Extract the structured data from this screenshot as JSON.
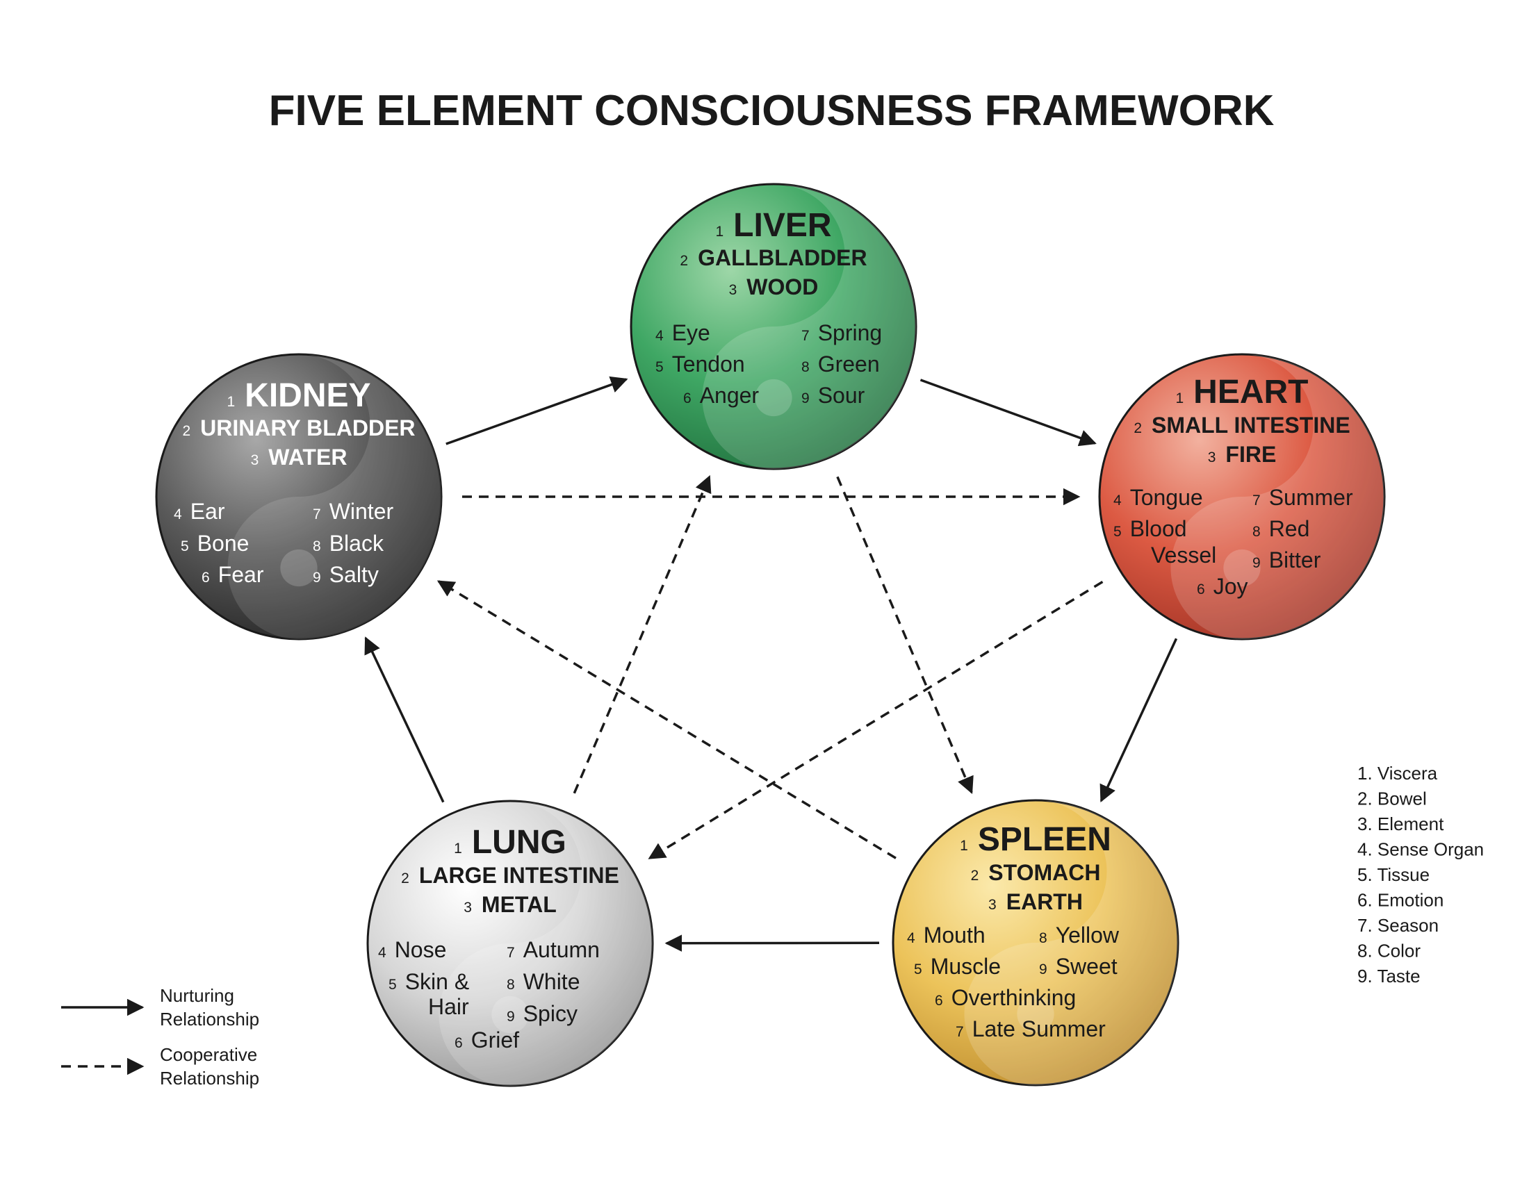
{
  "title": "FIVE ELEMENT CONSCIOUSNESS FRAMEWORK",
  "elements": {
    "liver": {
      "color": "#2e9a57",
      "viscera": {
        "num": "1",
        "text": "LIVER"
      },
      "bowel": {
        "num": "2",
        "text": "GALLBLADDER"
      },
      "element": {
        "num": "3",
        "text": "WOOD"
      },
      "attributes": [
        {
          "num": "4",
          "text": "Eye"
        },
        {
          "num": "5",
          "text": "Tendon"
        },
        {
          "num": "6",
          "text": "Anger"
        },
        {
          "num": "7",
          "text": "Spring"
        },
        {
          "num": "8",
          "text": "Green"
        },
        {
          "num": "9",
          "text": "Sour"
        }
      ]
    },
    "heart": {
      "color": "#d9533c",
      "viscera": {
        "num": "1",
        "text": "HEART"
      },
      "bowel": {
        "num": "2",
        "text": "SMALL INTESTINE"
      },
      "element": {
        "num": "3",
        "text": "FIRE"
      },
      "attributes": [
        {
          "num": "4",
          "text": "Tongue"
        },
        {
          "num": "5",
          "text": "Blood"
        },
        {
          "num": "",
          "text": "Vessel"
        },
        {
          "num": "6",
          "text": "Joy"
        },
        {
          "num": "7",
          "text": "Summer"
        },
        {
          "num": "8",
          "text": "Red"
        },
        {
          "num": "9",
          "text": "Bitter"
        }
      ]
    },
    "spleen": {
      "color": "#e9b84a",
      "viscera": {
        "num": "1",
        "text": "SPLEEN"
      },
      "bowel": {
        "num": "2",
        "text": "STOMACH"
      },
      "element": {
        "num": "3",
        "text": "EARTH"
      },
      "attributes": [
        {
          "num": "4",
          "text": "Mouth"
        },
        {
          "num": "5",
          "text": "Muscle"
        },
        {
          "num": "6",
          "text": "Overthinking"
        },
        {
          "num": "7",
          "text": "Late Summer"
        },
        {
          "num": "8",
          "text": "Yellow"
        },
        {
          "num": "9",
          "text": "Sweet"
        }
      ]
    },
    "lung": {
      "color": "#c8c8c8",
      "viscera": {
        "num": "1",
        "text": "LUNG"
      },
      "bowel": {
        "num": "2",
        "text": "LARGE INTESTINE"
      },
      "element": {
        "num": "3",
        "text": "METAL"
      },
      "attributes": [
        {
          "num": "4",
          "text": "Nose"
        },
        {
          "num": "5",
          "text": "Skin &"
        },
        {
          "num": "",
          "text": "Hair"
        },
        {
          "num": "6",
          "text": "Grief"
        },
        {
          "num": "7",
          "text": "Autumn"
        },
        {
          "num": "8",
          "text": "White"
        },
        {
          "num": "9",
          "text": "Spicy"
        }
      ]
    },
    "kidney": {
      "color": "#4a4a4a",
      "viscera": {
        "num": "1",
        "text": "KIDNEY"
      },
      "bowel": {
        "num": "2",
        "text": "URINARY BLADDER"
      },
      "element": {
        "num": "3",
        "text": "WATER"
      },
      "attributes": [
        {
          "num": "4",
          "text": "Ear"
        },
        {
          "num": "5",
          "text": "Bone"
        },
        {
          "num": "6",
          "text": "Fear"
        },
        {
          "num": "7",
          "text": "Winter"
        },
        {
          "num": "8",
          "text": "Black"
        },
        {
          "num": "9",
          "text": "Salty"
        }
      ]
    }
  },
  "key": [
    "1. Viscera",
    "2. Bowel",
    "3. Element",
    "4. Sense Organ",
    "5. Tissue",
    "6. Emotion",
    "7. Season",
    "8. Color",
    "9. Taste"
  ],
  "legend": {
    "nurturing": [
      "Nurturing",
      "Relationship"
    ],
    "cooperative": [
      "Cooperative",
      "Relationship"
    ]
  },
  "relationships": {
    "nurturing": [
      [
        "kidney",
        "liver"
      ],
      [
        "liver",
        "heart"
      ],
      [
        "heart",
        "spleen"
      ],
      [
        "spleen",
        "lung"
      ],
      [
        "lung",
        "kidney"
      ]
    ],
    "cooperative": [
      [
        "kidney",
        "heart"
      ],
      [
        "heart",
        "lung"
      ],
      [
        "lung",
        "liver"
      ],
      [
        "liver",
        "spleen"
      ],
      [
        "spleen",
        "kidney"
      ]
    ]
  }
}
